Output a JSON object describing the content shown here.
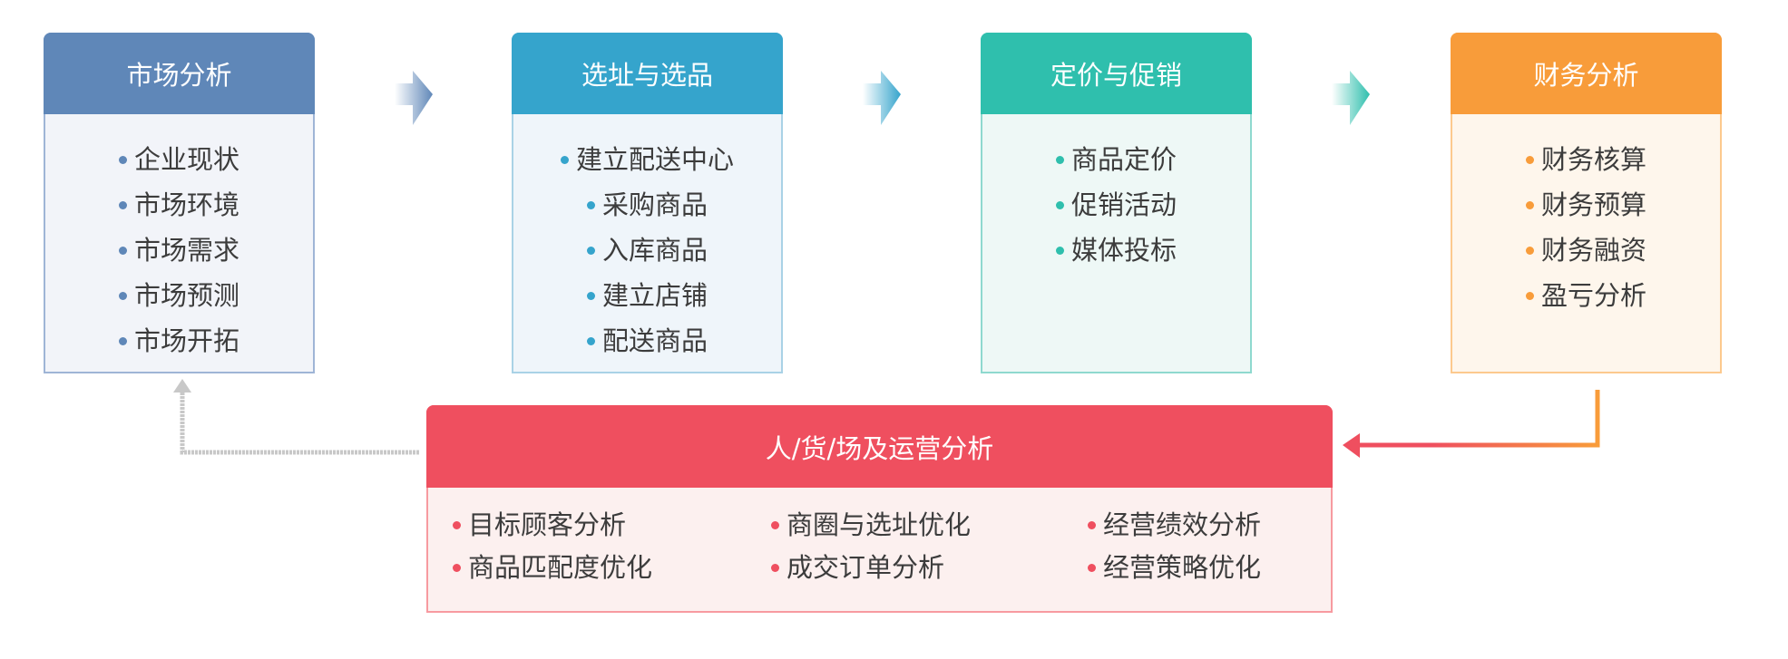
{
  "stages": [
    {
      "title": "市场分析",
      "items": [
        "企业现状",
        "市场环境",
        "市场需求",
        "市场预测",
        "市场开拓"
      ],
      "color": "#5f87b8",
      "bg": "#f2f4f9",
      "border": "#9fb5d6"
    },
    {
      "title": "选址与选品",
      "items": [
        "建立配送中心",
        "采购商品",
        "入库商品",
        "建立店铺",
        "配送商品"
      ],
      "color": "#35a4cc",
      "bg": "#eff5fa",
      "border": "#a9d2e6"
    },
    {
      "title": "定价与促销",
      "items": [
        "商品定价",
        "促销活动",
        "媒体投标"
      ],
      "color": "#2fbfad",
      "bg": "#eef8f6",
      "border": "#8fd9cf"
    },
    {
      "title": "财务分析",
      "items": [
        "财务核算",
        "财务预算",
        "财务融资",
        "盈亏分析"
      ],
      "color": "#f89c3a",
      "bg": "#fef6ec",
      "border": "#fcc98e"
    }
  ],
  "bottom": {
    "title": "人/货/场及运营分析",
    "items": [
      "目标顾客分析",
      "商圈与选址优化",
      "经营绩效分析",
      "商品匹配度优化",
      "成交订单分析",
      "经营策略优化"
    ],
    "color": "#ef4f5f"
  }
}
